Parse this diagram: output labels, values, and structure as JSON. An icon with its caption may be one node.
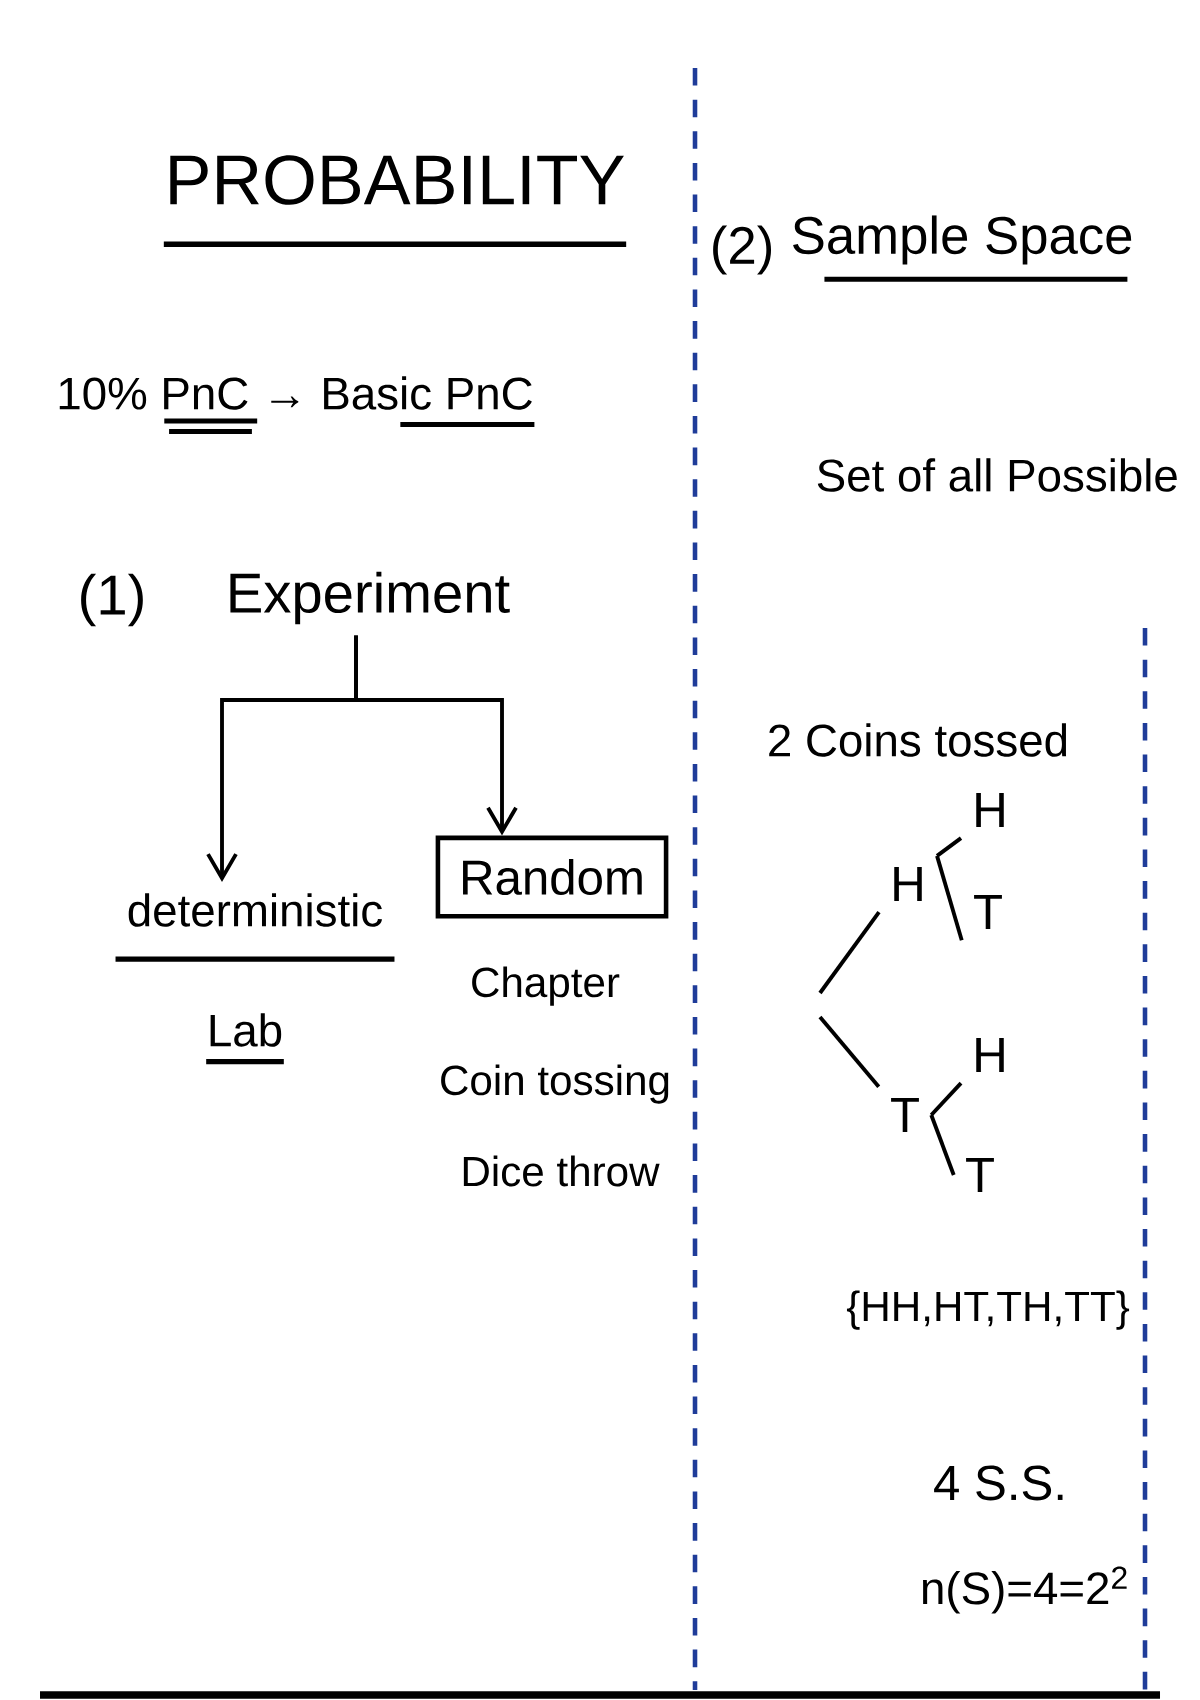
{
  "diagram": {
    "title": "PROBABILITY",
    "nodes": [
      {
        "text": [
          "Experiment"
        ]
      },
      {
        "text": [
          "deterministic"
        ],
        "beside": [
          "Lab"
        ]
      },
      {
        "text": [
          "Random"
        ],
        "beside": [
          "Chapter",
          "Coin tossing",
          "Dice throw"
        ]
      },
      {
        "text": [
          "H"
        ]
      },
      {
        "text": [
          "T"
        ]
      },
      {
        "text": [
          "H"
        ]
      },
      {
        "text": [
          "T"
        ]
      },
      {
        "text": [
          "H"
        ]
      },
      {
        "text": [
          "T"
        ]
      }
    ],
    "edges": [
      {
        "from": 0,
        "to": 1,
        "arrow": "to"
      },
      {
        "from": 0,
        "to": 2,
        "arrow": "to"
      },
      {
        "from": null,
        "to": 3,
        "arrow": "none"
      },
      {
        "from": null,
        "to": 4,
        "arrow": "none"
      },
      {
        "from": 3,
        "to": 5,
        "arrow": "none"
      },
      {
        "from": 3,
        "to": 6,
        "arrow": "none"
      },
      {
        "from": 4,
        "to": 7,
        "arrow": "none"
      },
      {
        "from": 4,
        "to": 8,
        "arrow": "none"
      }
    ],
    "labels": [
      "10% PnC → Basic PnC",
      "(1)",
      "(2)",
      "Sample Space",
      "Set of all Possible",
      "2 Coins tossed",
      "{HH,HT,TH,TT}",
      "4 S.S.",
      "n(S)=4=2$^{2}$"
    ]
  }
}
